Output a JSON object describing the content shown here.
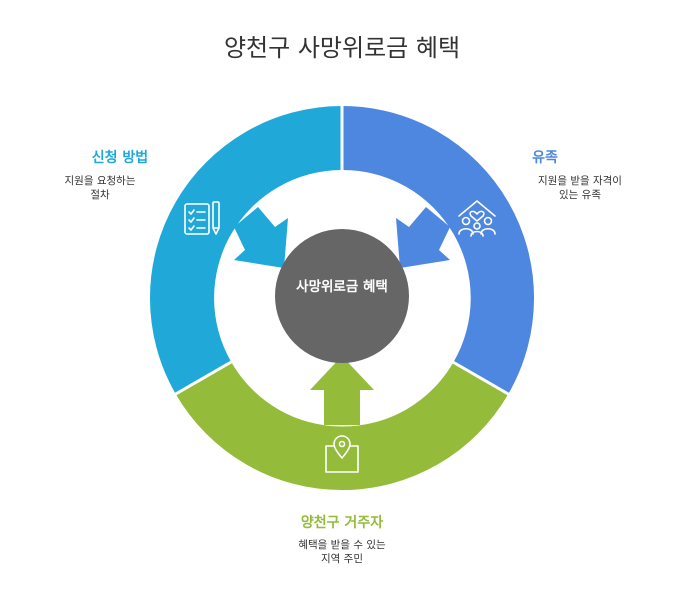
{
  "title": "양천구 사망위로금 혜택",
  "center_label": "사망위로금 혜택",
  "segments": [
    {
      "id": "method",
      "title": "신청 방법",
      "description_lines": [
        "지원을 요청하는",
        "절차"
      ],
      "color": "#20a9d8",
      "icon": "checklist-icon"
    },
    {
      "id": "family",
      "title": "유족",
      "description_lines": [
        "지원을 받을 자격이",
        "있는 유족"
      ],
      "color": "#4e87e0",
      "icon": "family-house-icon"
    },
    {
      "id": "resident",
      "title": "양천구 거주자",
      "description_lines": [
        "혜택을 받을 수 있는",
        "지역 주민"
      ],
      "color": "#94bb3a",
      "icon": "map-pin-icon"
    }
  ],
  "center_color": "#666666"
}
